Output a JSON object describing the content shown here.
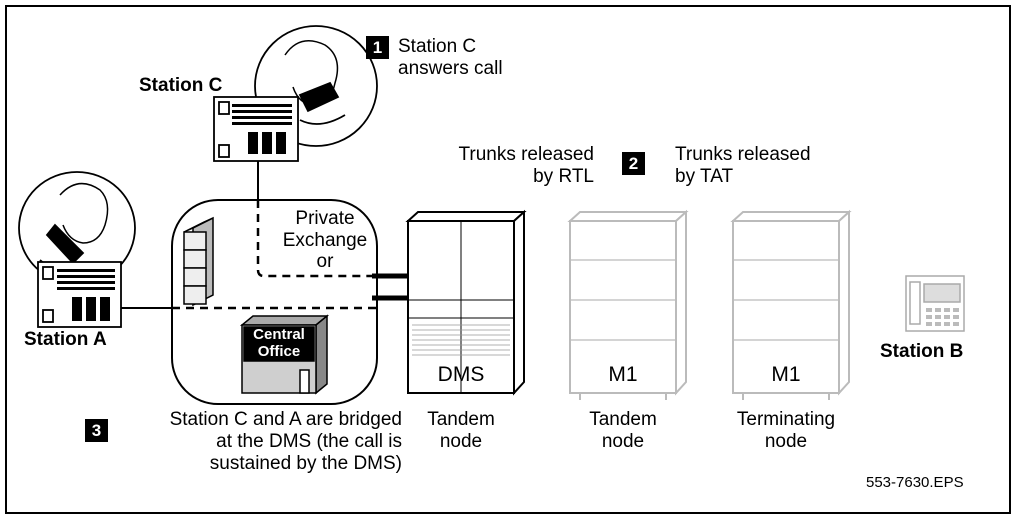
{
  "steps": [
    {
      "number": "1",
      "text_line1": "Station C",
      "text_line2": "answers call"
    },
    {
      "number": "2",
      "text_line1": "Trunks released",
      "text_line2": "by TAT"
    },
    {
      "number": "3",
      "text_line1": "Station C and A are bridged",
      "text_line2": "at the DMS (the call is",
      "text_line3": "sustained by the DMS)"
    }
  ],
  "stations": {
    "a": "Station A",
    "b": "Station B",
    "c": "Station C"
  },
  "rtl_note": {
    "line1": "Trunks released",
    "line2": "by RTL"
  },
  "exchange": {
    "line1": "Private",
    "line2": "Exchange",
    "line3": "or"
  },
  "central_office": {
    "line1": "Central",
    "line2": "Office"
  },
  "nodes": [
    {
      "code": "DMS",
      "role": "Tandem",
      "suffix": "node"
    },
    {
      "code": "M1",
      "role": "Tandem",
      "suffix": "node"
    },
    {
      "code": "M1",
      "role": "Terminating",
      "suffix": "node"
    }
  ],
  "figure_id": "553-7630.EPS"
}
